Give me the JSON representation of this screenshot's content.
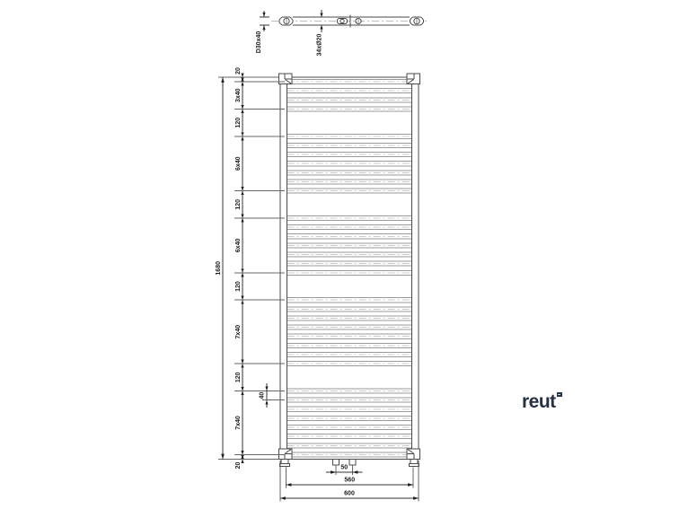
{
  "plan_view": {
    "profile_label": "D30x40",
    "tube_count_label": "34xØ20"
  },
  "front_view": {
    "tube_groups": [
      4,
      7,
      7,
      8,
      8
    ],
    "tube_pitch_mm": 40,
    "group_gap_mm": 120,
    "edge_margin_mm": 20
  },
  "dimensions": {
    "overall_height": "1680",
    "left_chain": [
      "20",
      "3x40",
      "120",
      "6x40",
      "120",
      "6x40",
      "120",
      "7x40",
      "120",
      "7x40",
      "20"
    ],
    "tube_pitch": "40",
    "bottom": [
      "50",
      "560",
      "600"
    ]
  },
  "logo": {
    "text": "reut",
    "mark_shape": "small-square"
  }
}
